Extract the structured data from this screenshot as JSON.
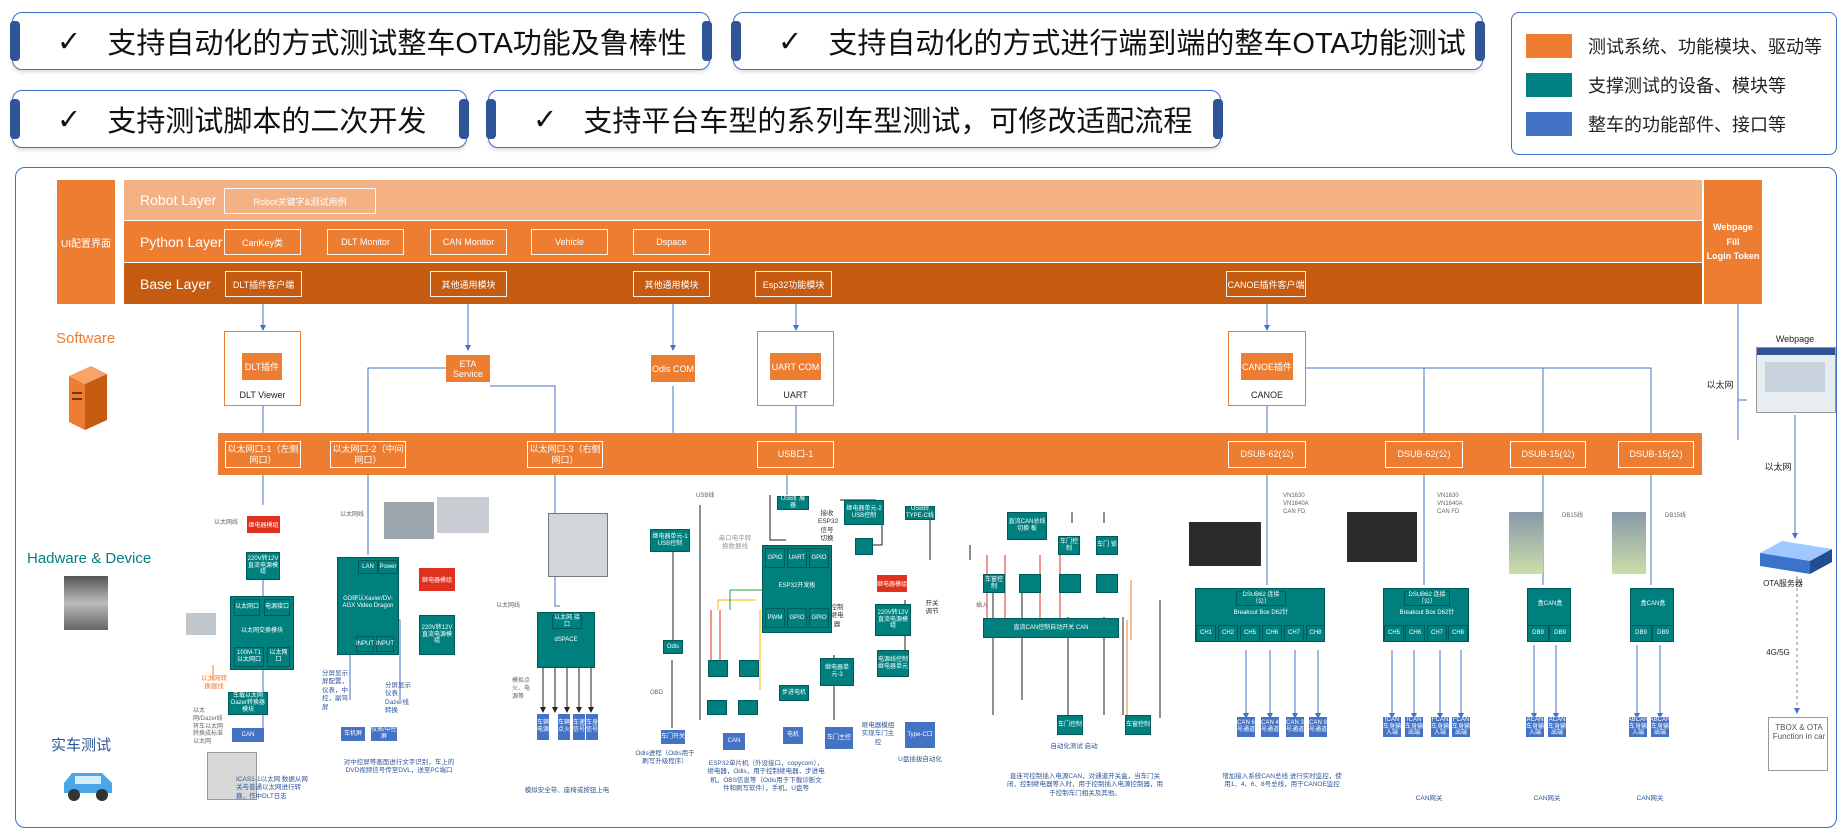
{
  "banners": [
    {
      "check": "✓",
      "text": "支持自动化的方式测试整车OTA功能及鲁棒性"
    },
    {
      "check": "✓",
      "text": "支持自动化的方式进行端到端的整车OTA功能测试"
    },
    {
      "check": "✓",
      "text": "支持测试脚本的二次开发"
    },
    {
      "check": "✓",
      "text": "支持平台车型的系列车型测试，可修改适配流程"
    }
  ],
  "legend": [
    {
      "color": "#ed7d31",
      "text": "测试系统、功能模块、驱动等"
    },
    {
      "color": "#008080",
      "text": "支撑测试的设备、模块等"
    },
    {
      "color": "#4472c4",
      "text": "整车的功能部件、接口等"
    }
  ],
  "ui_box": "UI配置界面",
  "layers": {
    "robot": {
      "name": "Robot Layer",
      "modules": [
        "Robot关键字&测试用例"
      ]
    },
    "python": {
      "name": "Python Layer",
      "modules": [
        "CanKey类",
        "DLT Monitor",
        "CAN Monitor",
        "Vehicle",
        "Dspace"
      ]
    },
    "base": {
      "name": "Base Layer",
      "modules": [
        "DLT插件客户端",
        "其他通用模块",
        "其他通用模块",
        "Esp32功能模块",
        "CANOE插件客户端"
      ]
    }
  },
  "webpage_box": "Webpage\nFill\nLogin Token",
  "side_labels": {
    "software": "Software",
    "hardware": "Hadware & Device",
    "vehicle": "实车测试"
  },
  "software_modules": {
    "dlt": {
      "inner": "DLT插件",
      "label": "DLT Viewer"
    },
    "eta": {
      "inner": "ETA Service"
    },
    "odis": {
      "inner": "Odis COM"
    },
    "uart": {
      "inner": "UART COM",
      "label": "UART"
    },
    "canoe": {
      "inner": "CANOE插件",
      "label": "CANOE"
    }
  },
  "ports": [
    "以太网口-1（左侧网口）",
    "以太网口-2（中间网口）",
    "以太网口-3（右侧网口）",
    "USB口-1",
    "DSUB-62(公)",
    "DSUB-62(公)",
    "DSUB-15(公)",
    "DSUB-15(公)"
  ],
  "right": {
    "webpage": "Webpage",
    "eth1": "以太网",
    "eth2": "以太网",
    "ota_server": "OTA服务器",
    "net": "4G/5G",
    "tbox": "TBOX & OTA Function in car"
  },
  "devices": {
    "col1": {
      "eth_label": "以太网线",
      "relay_red": "继电器模组",
      "power": "220V转12V直流电源模组",
      "eth_module": [
        "以太网口",
        "电源接口",
        "以太网交换模块",
        "100M-T1以太网口",
        "以太网口"
      ],
      "conv": "车载以太网 Dazer转换器模块",
      "can": "CAN",
      "note_left": "以太网/Dazer线 将车以太网转换成标准以太网",
      "note_orange": "以太网转换器线",
      "note_bottom": "ICAS1-1以太网 数据从网关与普通以太网进行转换，作中DLT日志"
    },
    "col2": {
      "eth_label": "以太网线",
      "box": "GD研认Xavier/DV-AGX Video Dragon",
      "lan": "LAN",
      "power_lbl": "Power",
      "inp1": "INPUT",
      "inp2": "INPUT",
      "relay_red": "继电器模组",
      "power": "220V转12V直流电源模组",
      "note_left": "分屏显示屏配置，仪表，中控，副驾屏",
      "note_right": "分屏显示仪表 Dazer线转换",
      "b1": "车机屏",
      "b2": "仪表/中控屏",
      "note_bottom": "对中控屏等画面进行文字识别，车上的DVD视频信号传至DVL，送至PC端口"
    },
    "col3": {
      "eth_label": "以太网线",
      "box": "dSPACE",
      "box_sub": "以太网 接口",
      "note_left": "模拟点火、电源等",
      "leaf": [
        "车辆电源",
        "车辆点火",
        "车速信号",
        "车身信号"
      ],
      "note_bottom": "模拟安全带、座椅或按钮上电"
    },
    "col4": {
      "usb_hub": "USB扩展器",
      "usb_lbl": "USB线",
      "relay_box": "继电器单元-1 USB控制",
      "esp32": "ESP32开发板",
      "gpio": [
        "GPIO",
        "UART",
        "GPIO"
      ],
      "gpio2": [
        "PWM",
        "GPIO",
        "GPIO"
      ],
      "odis": "Odis",
      "odis_lbl": "OBD",
      "relay2": "继电器单元-2 USB控制",
      "usb_c": "USB转TYPE-C线",
      "note_gray": "串口电平转换数据线",
      "note_switch": "接收ESP32信号切换",
      "note_relay": "控制继电器",
      "red1": "继电器模组",
      "power": "220V转12V直流电源模组",
      "relay3": "电源线控制继电器单元",
      "step": "步进电机",
      "relay4": "继电器单元-3",
      "b1": "车门主控",
      "b2": "车门开关",
      "b3": "电机",
      "b4": "Type-C口",
      "can": "CAN",
      "note_switch2": "开关调节",
      "note_bottom": "ESP32单片机（外设接口，copycom），继电器，Odis，用于控制继电器，步进电机，OBS信息等（Odis用于下载诊断文件和刷写软件），手机，U盘等",
      "note_odis": "Odis进程（Odis用于刷写升级程序）",
      "note_relay_b": "继电器模组实现车门主控",
      "note_usbc": "U盘插拔自动化"
    },
    "col5": {
      "top_box": "直流CAN总线 切换 板",
      "sw1": "车门控制",
      "sw2": "车门 锁",
      "sw3": "车窗控制",
      "main_box": "直流CAN控制自动开关 CAN",
      "note_left": "插入",
      "b1": "车门控制",
      "b2": "车窗控制",
      "note_mid": "自动化测试 启动",
      "note_bottom": "直连可控制插入电源CAN，对通道开关盒，当车门关闭，控制继电器等入时，用于控制插入电源控制器，用于控制车门相关及其他。"
    },
    "col6": {
      "box": "DSUB62 连接（公）",
      "sub": "Breakout Box D62针",
      "ch": [
        "CH1",
        "CH2",
        "CH5",
        "CH6",
        "CH7",
        "CH8"
      ],
      "bus": [
        "CAN 6 号通道",
        "CAN 4 号通道",
        "CAN 3 号通道",
        "CAN 8 号通道"
      ],
      "note_top": "VN1630 VN1640A CAN FD",
      "note_bottom": "增加接入系统CAN总线 进行实时监控，使用1、4、6、8号总线，用于CANOE监控"
    },
    "col7": {
      "box": "DSUB62 连接（公）",
      "sub": "Breakout Box D62针",
      "ch": [
        "CH5",
        "CH6",
        "CH7",
        "CH8"
      ],
      "bus": [
        "ICAN 车身输入端",
        "ICAN 车身输出端",
        "FCAN 车身输入端",
        "FCAN 车身输出端"
      ],
      "note_top": "VN1630 VN1640A CAN FD",
      "note_bottom": "CAN网关"
    },
    "col8": {
      "box": "盒CAN盒",
      "ch": [
        "DB9",
        "DB9"
      ],
      "bus": [
        "ACAN 车身输入端",
        "ACAN 车身输出端"
      ],
      "note_top": "DB15线",
      "note_bottom": "CAN网关"
    },
    "col9": {
      "box": "盒CAN盒",
      "ch": [
        "DB9",
        "DB9"
      ],
      "bus": [
        "ABCAN 车身输入端",
        "ABCAN 车身输出端"
      ],
      "note_top": "DB15线",
      "note_bottom": "CAN网关"
    }
  }
}
